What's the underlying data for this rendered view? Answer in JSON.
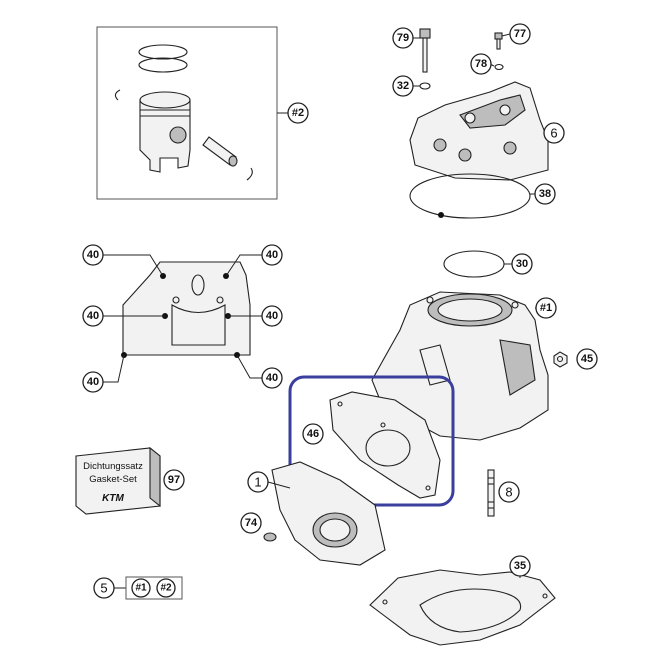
{
  "callouts": {
    "piston_kit": "#2",
    "bolt_79": "79",
    "bolt_77": "77",
    "washer_78": "78",
    "washer_32": "32",
    "head_6": "6",
    "oring_38": "38",
    "oring_30": "30",
    "cylinder_1": "#1",
    "nut_45": "45",
    "gasket_46": "46",
    "cylinder_base_1": "1",
    "stud_8": "8",
    "screw_74": "74",
    "gasket_35": "35",
    "gasket_set_97": "97",
    "set_5": "5",
    "set_5_items": [
      "#1",
      "#2"
    ],
    "dots_40": [
      "40",
      "40",
      "40",
      "40",
      "40",
      "40"
    ]
  },
  "gasket_set_box": {
    "line1": "Dichtungssatz",
    "line2": "Gasket-Set",
    "logo": "KTM"
  },
  "colors": {
    "highlight": "#3a3f9e",
    "stroke": "#222222",
    "fill": "#f2f2f2"
  }
}
